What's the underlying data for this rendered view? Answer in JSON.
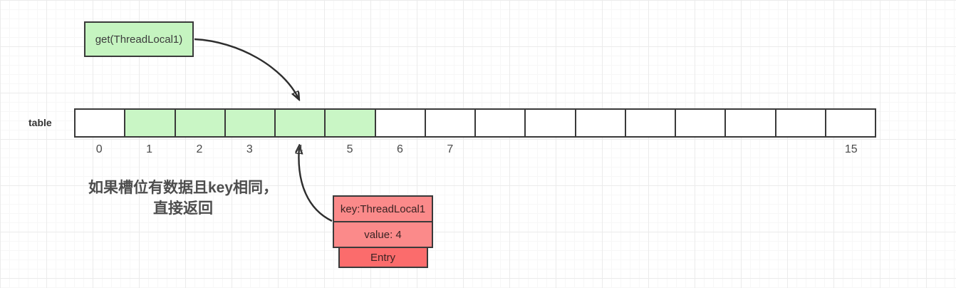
{
  "colors": {
    "green_box_fill": "#c5f4c0",
    "green_cell_fill": "#c9f6c5",
    "entry_light_fill": "#fb8a8a",
    "entry_dark_fill": "#fb6c6c",
    "border": "#3a3a3a",
    "arrow": "#2e2e2e",
    "grid_major": "#ebebeb",
    "grid_minor": "#f7f7f7"
  },
  "get_box": {
    "label": "get(ThreadLocal1)"
  },
  "table": {
    "label": "table",
    "slot_count": 16,
    "slots": [
      {
        "index": 0,
        "label": "0",
        "highlighted": false
      },
      {
        "index": 1,
        "label": "1",
        "highlighted": true
      },
      {
        "index": 2,
        "label": "2",
        "highlighted": true
      },
      {
        "index": 3,
        "label": "3",
        "highlighted": true
      },
      {
        "index": 4,
        "label": "4",
        "highlighted": true
      },
      {
        "index": 5,
        "label": "5",
        "highlighted": true
      },
      {
        "index": 6,
        "label": "6",
        "highlighted": false
      },
      {
        "index": 7,
        "label": "7",
        "highlighted": false
      },
      {
        "index": 8,
        "label": "",
        "highlighted": false
      },
      {
        "index": 9,
        "label": "",
        "highlighted": false
      },
      {
        "index": 10,
        "label": "",
        "highlighted": false
      },
      {
        "index": 11,
        "label": "",
        "highlighted": false
      },
      {
        "index": 12,
        "label": "",
        "highlighted": false
      },
      {
        "index": 13,
        "label": "",
        "highlighted": false
      },
      {
        "index": 14,
        "label": "",
        "highlighted": false
      },
      {
        "index": 15,
        "label": "15",
        "highlighted": false
      }
    ]
  },
  "caption": {
    "line1": "如果槽位有数据且key相同，",
    "line2": "直接返回"
  },
  "entry": {
    "key_label": "key:ThreadLocal1",
    "value_label": "value: 4",
    "type_label": "Entry"
  }
}
